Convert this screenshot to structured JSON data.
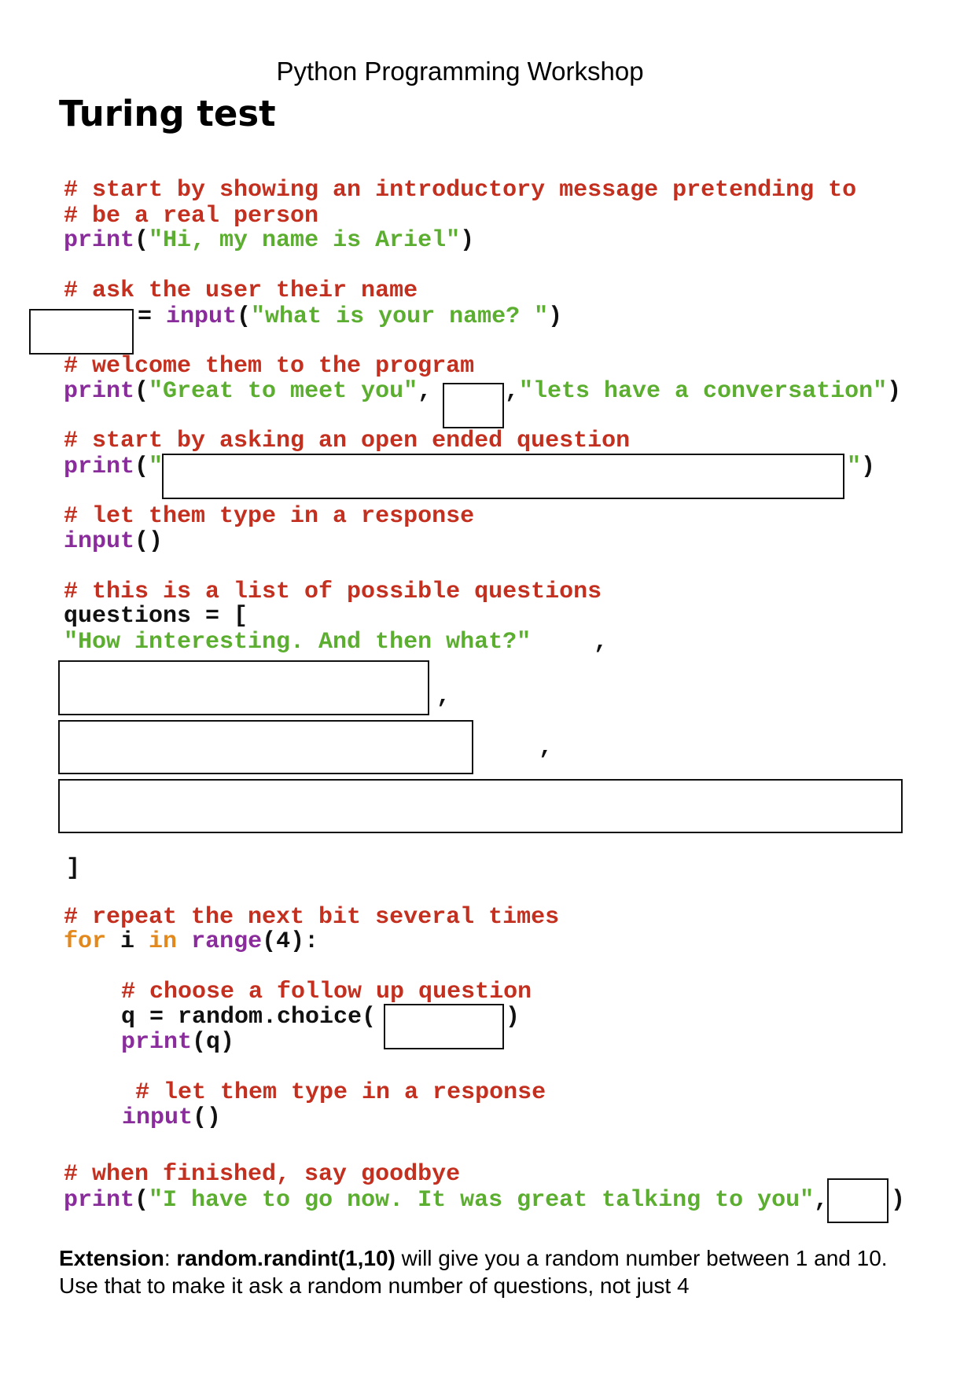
{
  "header": "Python Programming Workshop",
  "title": "Turing test",
  "code_lines": [
    [
      {
        "t": "# start by showing an introductory message pretending to",
        "c": "c"
      }
    ],
    [
      {
        "t": "# be a real person",
        "c": "c"
      }
    ],
    [
      {
        "t": "print",
        "c": "f"
      },
      {
        "t": "(",
        "c": "p"
      },
      {
        "t": "\"Hi, my name is Ariel\"",
        "c": "s"
      },
      {
        "t": ")",
        "c": "p"
      }
    ],
    [
      {
        "t": "# ask the user their name",
        "c": "c"
      }
    ],
    [
      {
        "t": "= ",
        "c": "p"
      },
      {
        "t": "input",
        "c": "f"
      },
      {
        "t": "(",
        "c": "p"
      },
      {
        "t": "\"what is your name? \"",
        "c": "s"
      },
      {
        "t": ")",
        "c": "p"
      }
    ],
    [
      {
        "t": "# welcome them to the program",
        "c": "c"
      }
    ],
    [
      {
        "t": "print",
        "c": "f"
      },
      {
        "t": "(",
        "c": "p"
      },
      {
        "t": "\"Great to meet you\"",
        "c": "s"
      },
      {
        "t": ",",
        "c": "p"
      }
    ],
    [
      {
        "t": ",",
        "c": "p"
      },
      {
        "t": "\"lets have a conversation\"",
        "c": "s"
      },
      {
        "t": ")",
        "c": "p"
      }
    ],
    [
      {
        "t": "# start by asking an open ended question",
        "c": "c"
      }
    ],
    [
      {
        "t": "print",
        "c": "f"
      },
      {
        "t": "(",
        "c": "p"
      },
      {
        "t": "\"",
        "c": "s"
      }
    ],
    [
      {
        "t": "\"",
        "c": "s"
      },
      {
        "t": ")",
        "c": "p"
      }
    ],
    [
      {
        "t": "# let them type in a response",
        "c": "c"
      }
    ],
    [
      {
        "t": "input",
        "c": "f"
      },
      {
        "t": "()",
        "c": "p"
      }
    ],
    [
      {
        "t": "# this is a list of possible questions",
        "c": "c"
      }
    ],
    [
      {
        "t": "questions = [",
        "c": "p"
      }
    ],
    [
      {
        "t": "\"How interesting. And then what?\"",
        "c": "s"
      }
    ],
    [
      {
        "t": ",",
        "c": "p"
      }
    ],
    [
      {
        "t": ",",
        "c": "p"
      }
    ],
    [
      {
        "t": ",",
        "c": "p"
      }
    ],
    [
      {
        "t": "]",
        "c": "p"
      }
    ],
    [
      {
        "t": "# repeat the next bit several times",
        "c": "c"
      }
    ],
    [
      {
        "t": "for",
        "c": "k"
      },
      {
        "t": " i ",
        "c": "p"
      },
      {
        "t": "in",
        "c": "k"
      },
      {
        "t": " ",
        "c": "p"
      },
      {
        "t": "range",
        "c": "f"
      },
      {
        "t": "(4):",
        "c": "p"
      }
    ],
    [
      {
        "t": "# choose a follow up question",
        "c": "c"
      }
    ],
    [
      {
        "t": "q = random.choice(",
        "c": "p"
      }
    ],
    [
      {
        "t": ")",
        "c": "p"
      }
    ],
    [
      {
        "t": "print",
        "c": "f"
      },
      {
        "t": "(q)",
        "c": "p"
      }
    ],
    [
      {
        "t": "# let them type in a response",
        "c": "c"
      }
    ],
    [
      {
        "t": "input",
        "c": "f"
      },
      {
        "t": "()",
        "c": "p"
      }
    ],
    [
      {
        "t": "# when finished, say goodbye",
        "c": "c"
      }
    ],
    [
      {
        "t": "print",
        "c": "f"
      },
      {
        "t": "(",
        "c": "p"
      },
      {
        "t": "\"I have to go now. It was great talking to you\"",
        "c": "s"
      },
      {
        "t": ",",
        "c": "p"
      }
    ],
    [
      {
        "t": ")",
        "c": "p"
      }
    ]
  ],
  "extension": {
    "label": "Extension",
    "sep": ": ",
    "code": "random.randint(1,10)",
    "text": " will give you a random number between 1 and 10. Use that to make it ask a random number of questions, not just 4"
  },
  "colors": {
    "comment": "#c4301f",
    "function": "#8a2c9c",
    "string": "#5cae30",
    "keyword": "#e3881c"
  }
}
